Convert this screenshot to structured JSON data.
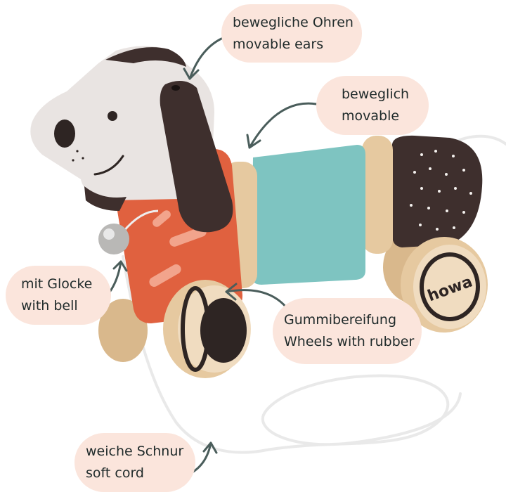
{
  "labels": {
    "ears": {
      "de": "bewegliche Ohren",
      "en": "movable ears"
    },
    "body": {
      "de": "beweglich",
      "en": "movable"
    },
    "bell": {
      "de": "mit Glocke",
      "en": "with bell"
    },
    "wheels": {
      "de": "Gummibereifung",
      "en": "Wheels with rubber"
    },
    "cord": {
      "de": "weiche Schnur",
      "en": "soft cord"
    }
  },
  "brand": "howa",
  "colors": {
    "bubble": "#fbe5dc",
    "arrow": "#4a5d5b",
    "head": "#e9e4e2",
    "ear": "#3d2f2d",
    "torso": "#e0613f",
    "mid_segment": "#7ec4c1",
    "tail_segment": "#3e2f2d",
    "wood": "#e6c9a0"
  }
}
